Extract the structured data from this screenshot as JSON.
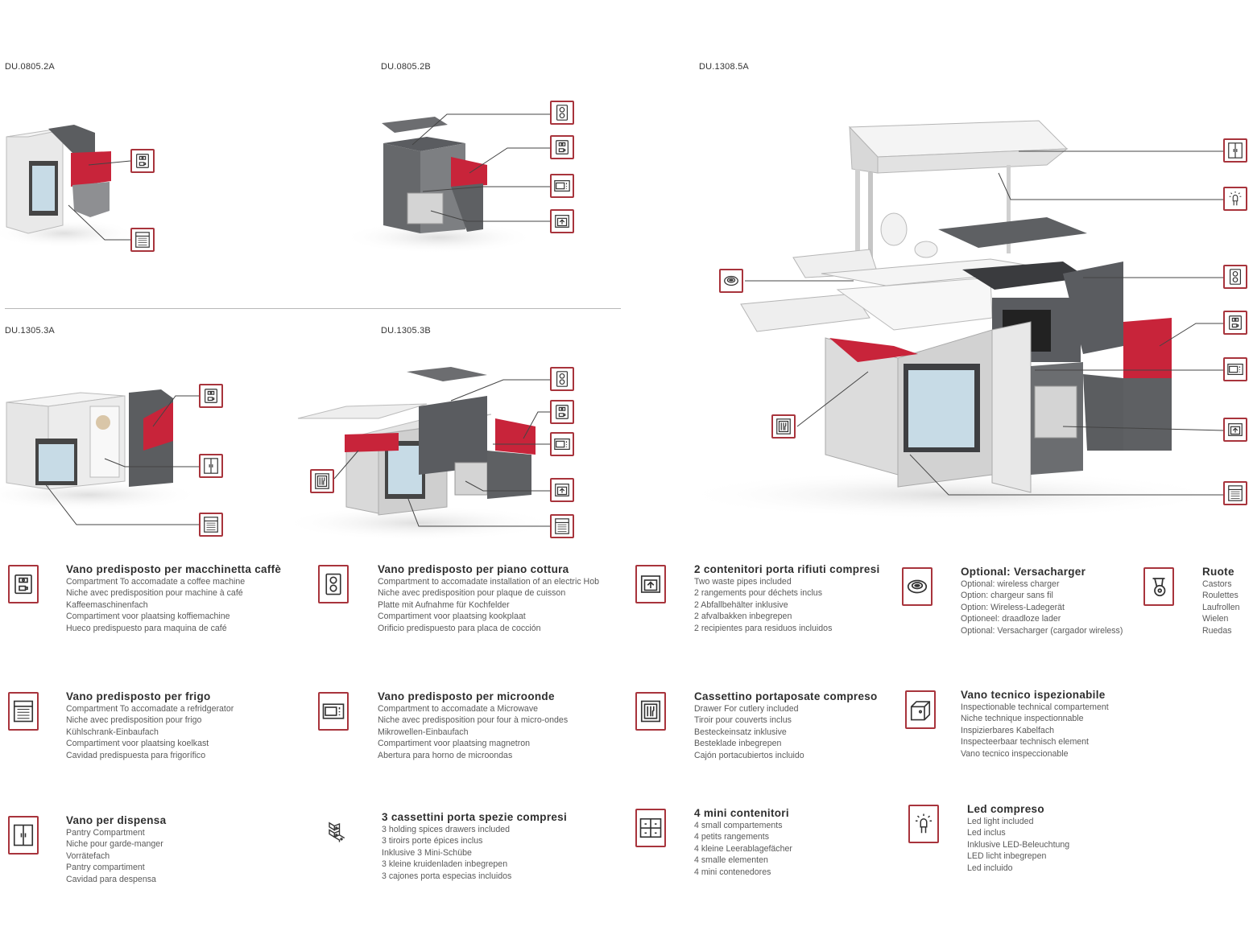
{
  "models": {
    "m1": "DU.0805.2A",
    "m2": "DU.0805.2B",
    "m3": "DU.1308.5A",
    "m4": "DU.1305.3A",
    "m5": "DU.1305.3B"
  },
  "features": {
    "coffee": {
      "title": "Vano predisposto per macchinetta caffè",
      "lines": [
        "Compartment To accomadate a coffee machine",
        "Niche avec predisposition pour machine à café",
        "Kaffeemaschinenfach",
        "Compartiment voor plaatsing koffiemachine",
        "Hueco predispuesto para maquina de café"
      ]
    },
    "hob": {
      "title": "Vano predisposto per piano cottura",
      "lines": [
        "Compartment to accomadate installation of an electric Hob",
        "Niche avec predisposition pour plaque de cuisson",
        "Platte mit Aufnahme für Kochfelder",
        "Compartiment voor plaatsing kookplaat",
        "Orificio predispuesto para placa de cocción"
      ]
    },
    "waste": {
      "title": "2 contenitori porta rifiuti compresi",
      "lines": [
        "Two waste pipes included",
        "2 rangements pour déchets inclus",
        "2 Abfallbehälter inklusive",
        "2 afvalbakken inbegrepen",
        "2 recipientes para residuos incluidos"
      ]
    },
    "charger": {
      "title": "Optional: Versacharger",
      "lines": [
        "Optional: wireless charger",
        "Option: chargeur sans fil",
        "Option: Wireless-Ladegerät",
        "Optioneel: draadloze lader",
        "Optional: Versacharger (cargador wireless)"
      ]
    },
    "castors": {
      "title": "Ruote",
      "lines": [
        "Castors",
        "Roulettes",
        "Laufrollen",
        "Wielen",
        "Ruedas"
      ]
    },
    "fridge": {
      "title": "Vano predisposto per frigo",
      "lines": [
        "Compartment To accomadate a  refridgerator",
        "Niche avec predisposition pour frigo",
        "Kühlschrank-Einbaufach",
        "Compartiment voor plaatsing koelkast",
        "Cavidad predispuesta para frigorífico"
      ]
    },
    "microwave": {
      "title": "Vano predisposto per microonde",
      "lines": [
        "Compartment to accomadate a Microwave",
        "Niche avec predisposition pour four à micro-ondes",
        "Mikrowellen-Einbaufach",
        "Compartiment voor plaatsing magnetron",
        "Abertura para horno de microondas"
      ]
    },
    "cutlery": {
      "title": "Cassettino portaposate compreso",
      "lines": [
        "Drawer For cutlery included",
        "Tiroir pour couverts inclus",
        "Besteckeinsatz inklusive",
        "Besteklade inbegrepen",
        "Cajón portacubiertos incluido"
      ]
    },
    "technical": {
      "title": "Vano tecnico ispezionabile",
      "lines": [
        "Inspectionable technical compartement",
        "Niche technique inspectionnable",
        "Inspizierbares Kabelfach",
        "Inspecteerbaar technisch element",
        "Vano tecnico inspeccionable"
      ]
    },
    "pantry": {
      "title": "Vano per dispensa",
      "lines": [
        "Pantry Compartment",
        "Niche pour garde-manger",
        "Vorrätefach",
        "Pantry compartiment",
        "Cavidad para despensa"
      ]
    },
    "spices": {
      "title": "3 cassettini porta spezie compresi",
      "lines": [
        "3 holding spices drawers included",
        "3 tiroirs porte épices inclus",
        "Inklusive 3 Mini-Schübe",
        "3 kleine kruidenladen inbegrepen",
        "3 cajones porta especias incluidos"
      ]
    },
    "mini": {
      "title": "4 mini contenitori",
      "lines": [
        "4 small compartements",
        "4 petits rangements",
        "4 kleine Leerablagefächer",
        "4 smalle elementen",
        "4 mini contenedores"
      ]
    },
    "led": {
      "title": "Led compreso",
      "lines": [
        "Led light included",
        "Led inclus",
        "Inklusive LED-Beleuchtung",
        "LED licht inbegrepen",
        "Led incluido"
      ]
    }
  },
  "colors": {
    "accent": "#a8343c",
    "panel_red": "#c8243a",
    "dark_grey": "#5a5c60",
    "light_grey": "#e4e4e4"
  },
  "icons": [
    "coffee-machine-icon",
    "hob-icon",
    "waste-bin-icon",
    "wireless-charger-icon",
    "castor-icon",
    "fridge-icon",
    "microwave-icon",
    "cutlery-drawer-icon",
    "technical-compartment-icon",
    "pantry-icon",
    "spice-drawers-icon",
    "mini-containers-icon",
    "led-icon"
  ]
}
